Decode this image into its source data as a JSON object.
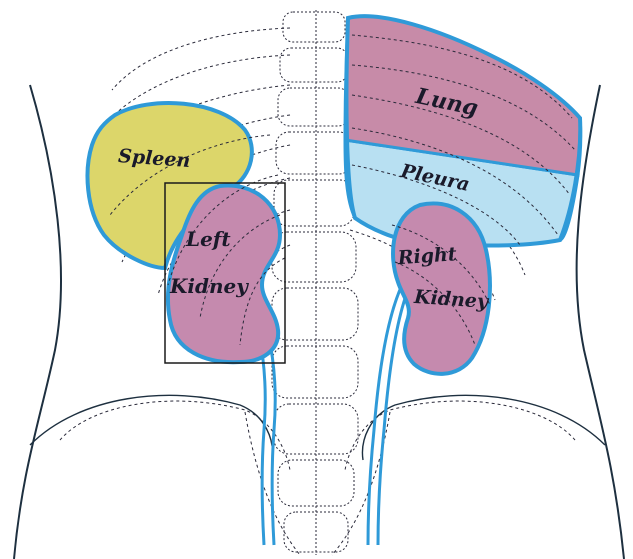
{
  "labels": {
    "spleen": "Spleen",
    "lung": "Lung",
    "pleura": "Pleura",
    "left_kidney_line1": "Left",
    "left_kidney_line2": "Kidney",
    "right_kidney_line1": "Right",
    "right_kidney_line2": "Kidney"
  },
  "colors": {
    "outline": "#1e3040",
    "dotted_outline": "#2a2a3a",
    "organ_border": "#2f9ad8",
    "spleen_fill": "#dcd66a",
    "kidney_fill": "#c58aae",
    "lung_fill": "#c78ba8",
    "pleura_fill": "#b8e0f2",
    "box": "#1a1a1a"
  }
}
